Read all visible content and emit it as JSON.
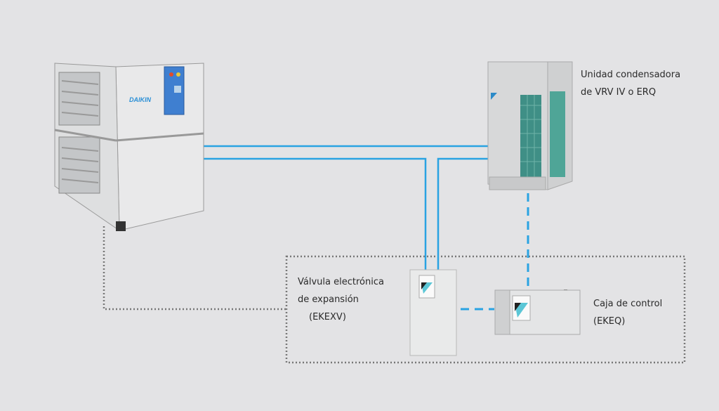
{
  "colors": {
    "background": "#e3e3e5",
    "pipe": "#2aa3e2",
    "control_line": "#7a7a7a"
  },
  "ahu": {
    "brand": "DAIKIN"
  },
  "condensing_unit": {
    "label_line1": "Unidad condensadora",
    "label_line2": "de VRV IV o ERQ"
  },
  "expansion_valve": {
    "label_line1": "Válvula electrónica",
    "label_line2": "de expansión",
    "label_line3": "(EKEXV)"
  },
  "control_box": {
    "label_line1": "Caja de control",
    "label_line2": "(EKEQ)"
  }
}
